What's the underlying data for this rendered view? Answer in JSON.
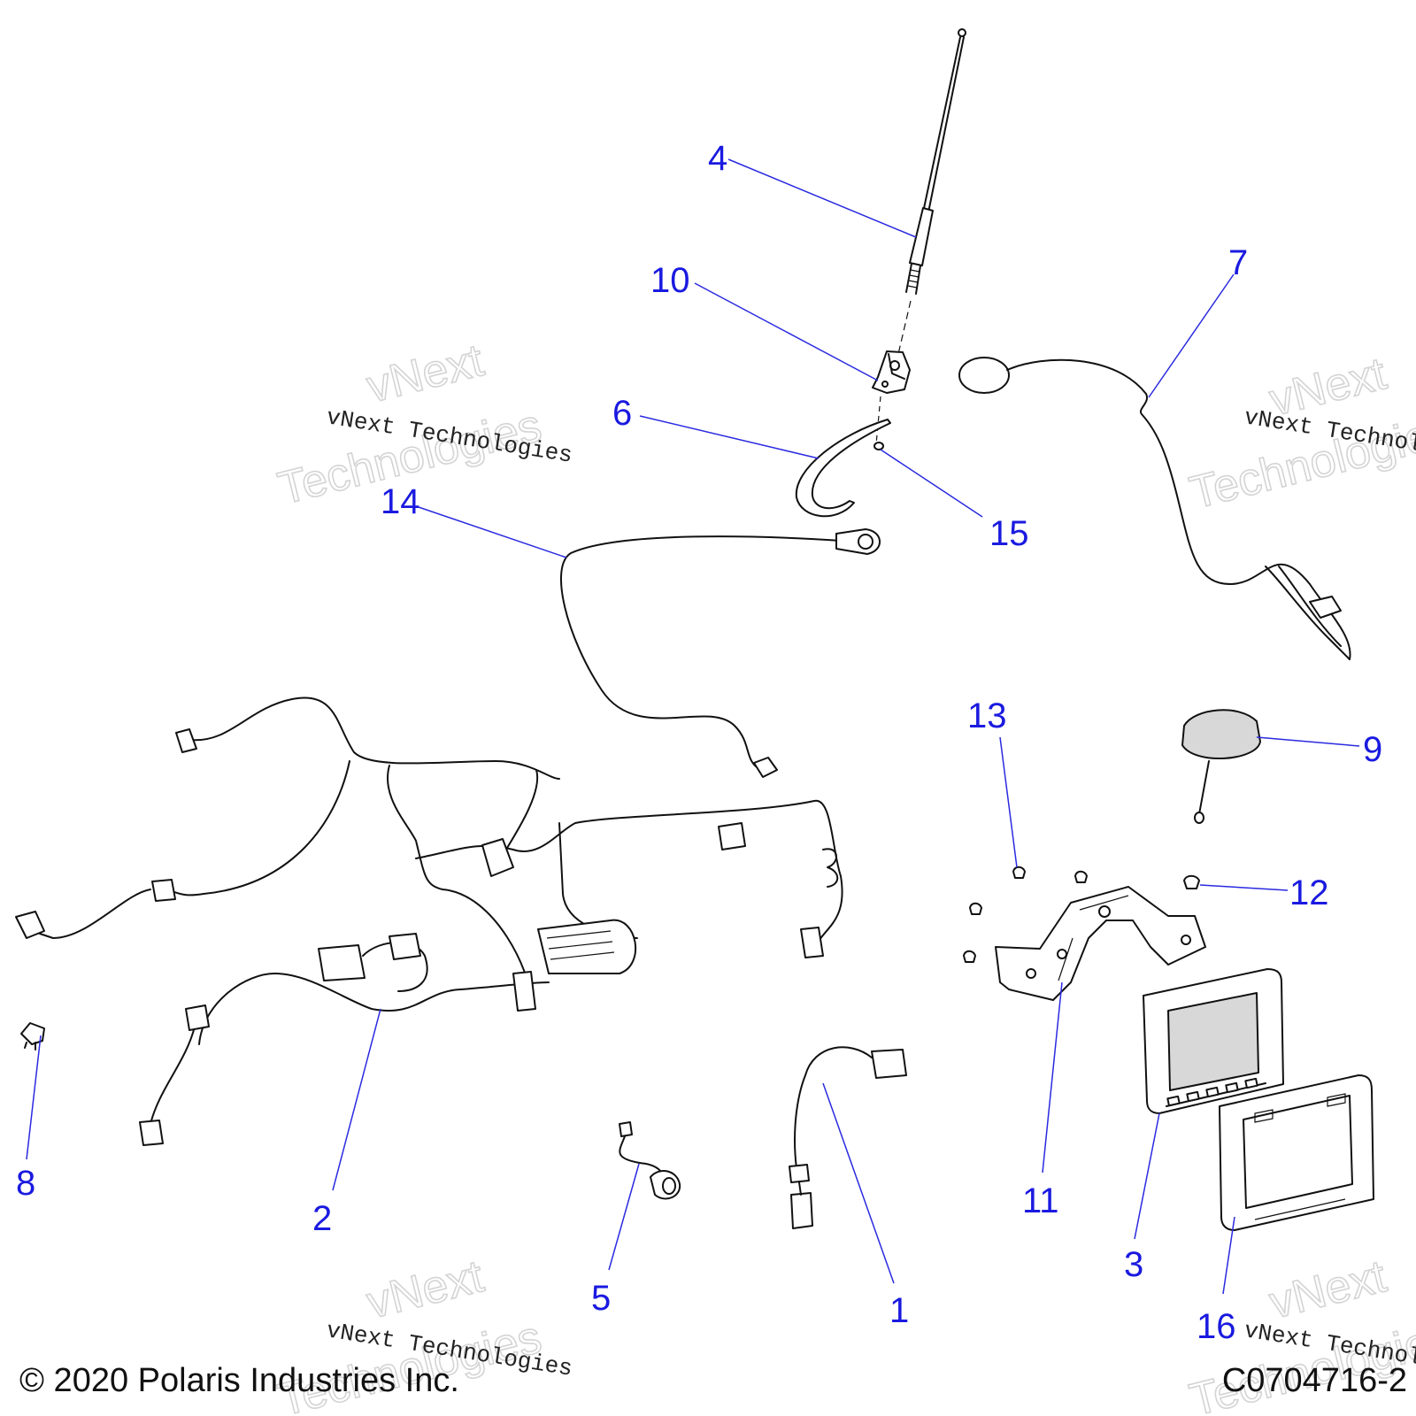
{
  "diagram": {
    "callouts": [
      {
        "id": "callout-1",
        "label": "1"
      },
      {
        "id": "callout-2",
        "label": "2"
      },
      {
        "id": "callout-3",
        "label": "3"
      },
      {
        "id": "callout-4",
        "label": "4"
      },
      {
        "id": "callout-5",
        "label": "5"
      },
      {
        "id": "callout-6",
        "label": "6"
      },
      {
        "id": "callout-7",
        "label": "7"
      },
      {
        "id": "callout-8",
        "label": "8"
      },
      {
        "id": "callout-9",
        "label": "9"
      },
      {
        "id": "callout-10",
        "label": "10"
      },
      {
        "id": "callout-11",
        "label": "11"
      },
      {
        "id": "callout-12",
        "label": "12"
      },
      {
        "id": "callout-13",
        "label": "13"
      },
      {
        "id": "callout-14",
        "label": "14"
      },
      {
        "id": "callout-15",
        "label": "15"
      },
      {
        "id": "callout-16",
        "label": "16"
      }
    ],
    "watermark_small": "vNext Technologies",
    "watermark_big_line1": "vNext",
    "watermark_big_line2": "Technologies",
    "colors": {
      "callout": "#1a1ae0",
      "line_art": "#111111",
      "watermark": "#d4d4d4"
    }
  },
  "footer": {
    "copyright": "© 2020 Polaris Industries Inc.",
    "drawing_number": "C0704716-2"
  }
}
